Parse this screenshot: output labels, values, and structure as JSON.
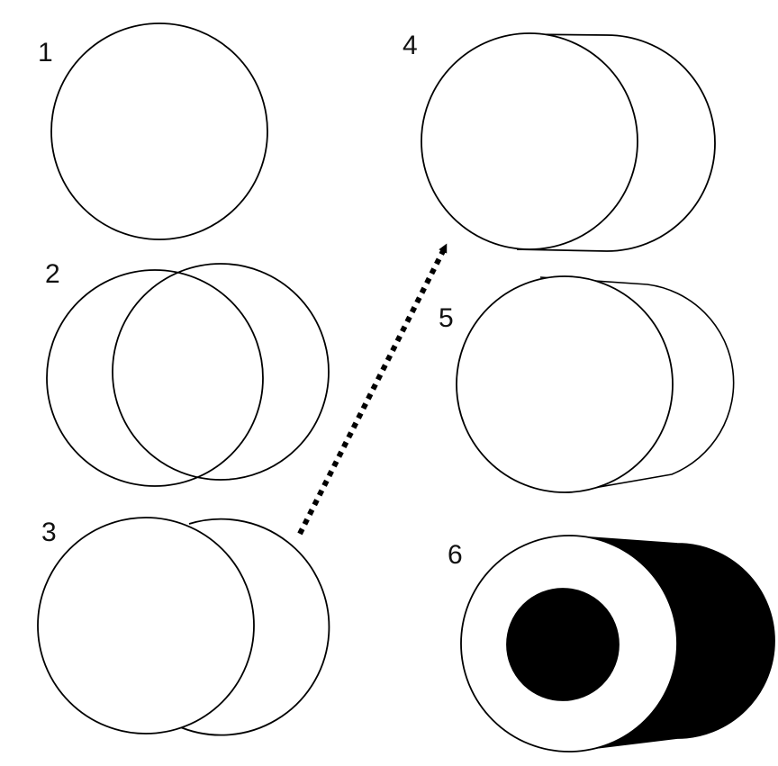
{
  "steps": [
    {
      "label": "1"
    },
    {
      "label": "2"
    },
    {
      "label": "3"
    },
    {
      "label": "4"
    },
    {
      "label": "5"
    },
    {
      "label": "6"
    }
  ],
  "colors": {
    "stroke": "#000000",
    "fill": "#000000",
    "background": "#ffffff"
  }
}
